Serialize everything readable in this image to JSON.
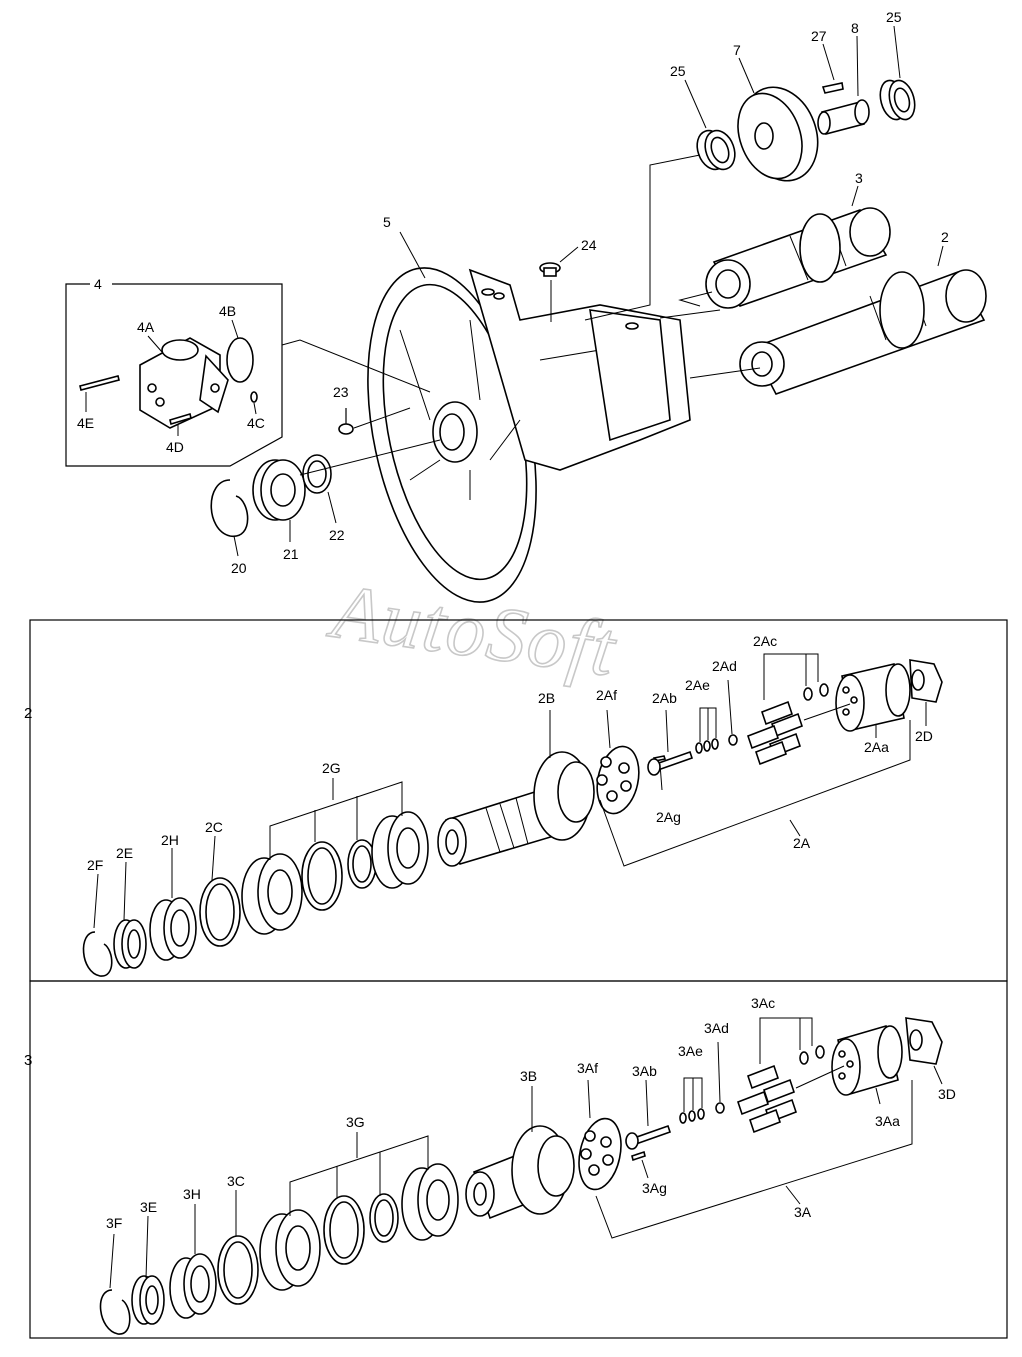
{
  "watermark": "AutoSoft",
  "sections": {
    "s2": "2",
    "s3": "3"
  },
  "labels": {
    "l27": "27",
    "l8": "8",
    "l25a": "25",
    "l25b": "25",
    "l7": "7",
    "l3": "3",
    "l2": "2",
    "l5": "5",
    "l24": "24",
    "l4": "4",
    "l4A": "4A",
    "l4B": "4B",
    "l4C": "4C",
    "l4D": "4D",
    "l4E": "4E",
    "l23": "23",
    "l20": "20",
    "l21": "21",
    "l22": "22",
    "l2Ac": "2Ac",
    "l2Ad": "2Ad",
    "l2Ae": "2Ae",
    "l2Ab": "2Ab",
    "l2Af": "2Af",
    "l2B": "2B",
    "l2Aa": "2Aa",
    "l2D": "2D",
    "l2Ag": "2Ag",
    "l2A": "2A",
    "l2G": "2G",
    "l2H": "2H",
    "l2C": "2C",
    "l2E": "2E",
    "l2F": "2F",
    "l3Ac": "3Ac",
    "l3Ad": "3Ad",
    "l3Ae": "3Ae",
    "l3Ab": "3Ab",
    "l3Af": "3Af",
    "l3B": "3B",
    "l3Aa": "3Aa",
    "l3D": "3D",
    "l3Ag": "3Ag",
    "l3A": "3A",
    "l3G": "3G",
    "l3H": "3H",
    "l3C": "3C",
    "l3E": "3E",
    "l3F": "3F"
  }
}
